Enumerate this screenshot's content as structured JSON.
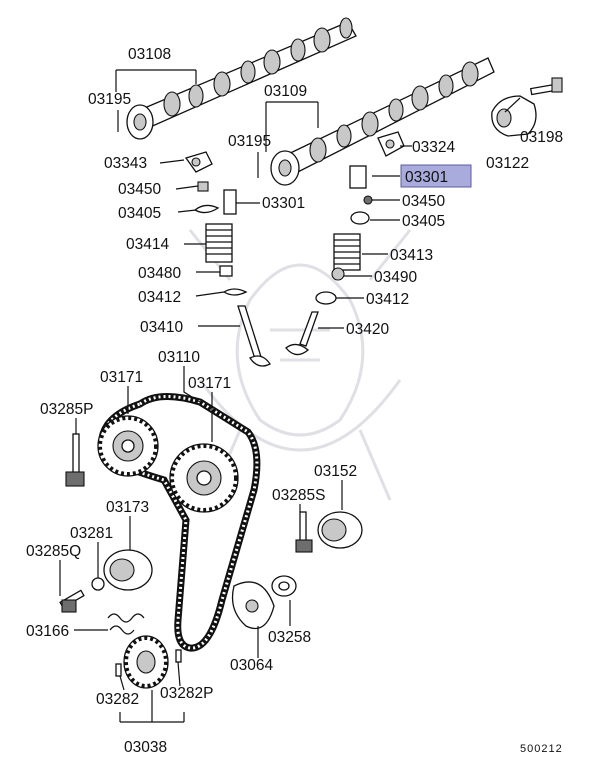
{
  "callouts": {
    "p03108": "03108",
    "p03195_left": "03195",
    "p03109": "03109",
    "p03195_mid": "03195",
    "p03324": "03324",
    "p03198": "03198",
    "p03122": "03122",
    "p03343": "03343",
    "p03301_highlight": "03301",
    "p03450_left": "03450",
    "p03450_right": "03450",
    "p03405_left": "03405",
    "p03301_left": "03301",
    "p03405_right": "03405",
    "p03414": "03414",
    "p03413": "03413",
    "p03480": "03480",
    "p03490": "03490",
    "p03412_left": "03412",
    "p03412_right": "03412",
    "p03410": "03410",
    "p03420": "03420",
    "p03110": "03110",
    "p03171_left": "03171",
    "p03171_right": "03171",
    "p03285P": "03285P",
    "p03152": "03152",
    "p03285S": "03285S",
    "p03173": "03173",
    "p03281": "03281",
    "p03285Q": "03285Q",
    "p03166": "03166",
    "p03258": "03258",
    "p03064": "03064",
    "p03282": "03282",
    "p03282P": "03282P",
    "p03038": "03038"
  },
  "diagram_code": "500212",
  "highlight_color": "#a9abdc",
  "watermark": "samurai-helmet-watermark"
}
